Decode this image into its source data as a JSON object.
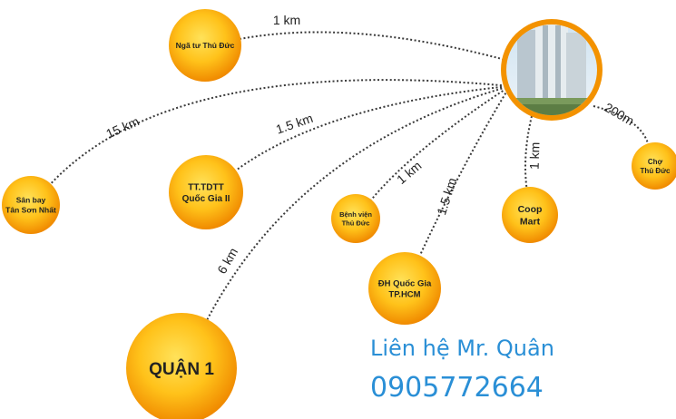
{
  "hub": {
    "image": "apartment-tower-photo"
  },
  "locations": [
    {
      "id": "nga-tu-thu-duc",
      "lines": [
        "Ngã tư Thủ Đức"
      ],
      "distance": "1 km"
    },
    {
      "id": "san-bay",
      "lines": [
        "Sân bay",
        "Tân Sơn Nhất"
      ],
      "distance": "15 km"
    },
    {
      "id": "tt-tdtt",
      "lines": [
        "TT.TDTT",
        "Quốc Gia II"
      ],
      "distance": "1.5 km"
    },
    {
      "id": "benh-vien",
      "lines": [
        "Bệnh viện",
        "Thủ Đức"
      ],
      "distance": "1 km"
    },
    {
      "id": "dh-quoc-gia",
      "lines": [
        "ĐH Quốc Gia",
        "TP.HCM"
      ],
      "distance": "1.5 km"
    },
    {
      "id": "coop-mart",
      "lines": [
        "Coop",
        "Mart"
      ],
      "distance": "1 km"
    },
    {
      "id": "cho-thu-duc",
      "lines": [
        "Chợ",
        "Thủ Đức"
      ],
      "distance": "200m"
    },
    {
      "id": "quan-1",
      "lines": [
        "QUẬN 1"
      ],
      "distance": "6 km"
    }
  ],
  "contact": {
    "name": "Liên hệ Mr. Quân",
    "phone": "0905772664"
  },
  "colors": {
    "circle_center": "#ffd21a",
    "circle_edge": "#f08a00",
    "hub_ring": "#f39200",
    "line": "#3a3a3a",
    "label": "#222222",
    "contact": "#2a8fd6"
  }
}
